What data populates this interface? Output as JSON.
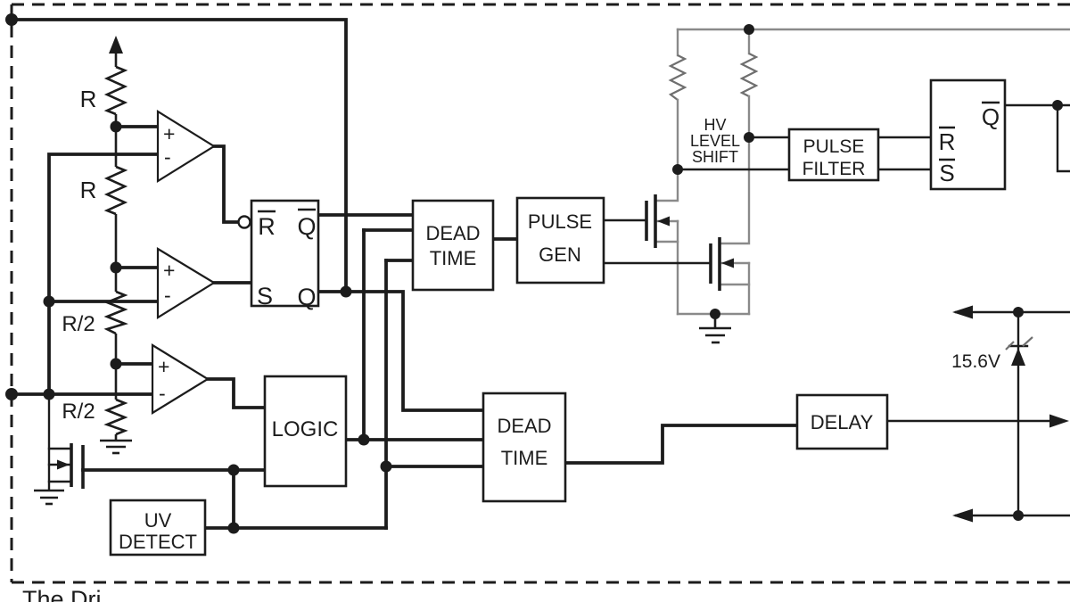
{
  "figure": {
    "caption_fragment": "The Dri",
    "divider": {
      "r_top": "R",
      "r_mid": "R",
      "r2_upper": "R/2",
      "r2_lower": "R/2"
    },
    "comparator": {
      "plus": "+",
      "minus": "-"
    },
    "latch1": {
      "r_bar": "R",
      "q_bar": "Q",
      "s": "S",
      "q": "Q"
    },
    "latch2": {
      "r_bar": "R",
      "s_bar": "S",
      "q_bar": "Q"
    },
    "blocks": {
      "dead_time_1": {
        "line1": "DEAD",
        "line2": "TIME"
      },
      "pulse_gen": {
        "line1": "PULSE",
        "line2": "GEN"
      },
      "logic": "LOGIC",
      "dead_time_2": {
        "line1": "DEAD",
        "line2": "TIME"
      },
      "uv_detect": {
        "line1": "UV",
        "line2": "DETECT"
      },
      "pulse_filter": {
        "line1": "PULSE",
        "line2": "FILTER"
      },
      "delay": "DELAY"
    },
    "annotations": {
      "hv_level_shift": {
        "line1": "HV",
        "line2": "LEVEL",
        "line3": "SHIFT"
      },
      "zener_voltage": "15.6V"
    },
    "colors": {
      "wire": "#1c1c1c",
      "gray_wire": "#8a8a8a",
      "background": "#ffffff"
    }
  }
}
